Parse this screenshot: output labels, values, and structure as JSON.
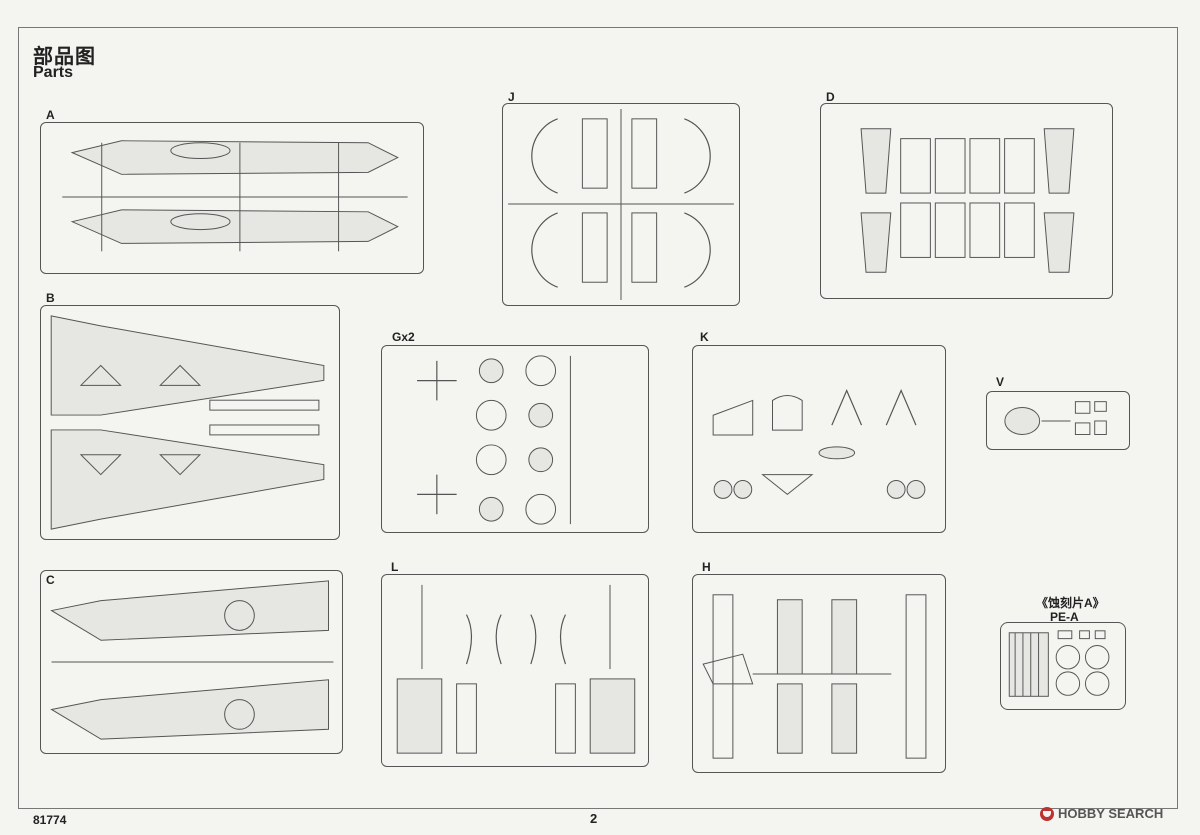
{
  "header": {
    "title_cn": "部品图",
    "title_en": "Parts"
  },
  "sprues": {
    "A": "A",
    "B": "B",
    "C": "C",
    "J": "J",
    "D": "D",
    "G": "Gx2",
    "K": "K",
    "V": "V",
    "L": "L",
    "H": "H"
  },
  "photo_etch": {
    "title_cn": "《蚀刻片A》",
    "title_en": "PE-A"
  },
  "footer": {
    "code": "81774",
    "page": "2"
  },
  "watermark": {
    "text": "HOBBY SEARCH"
  }
}
